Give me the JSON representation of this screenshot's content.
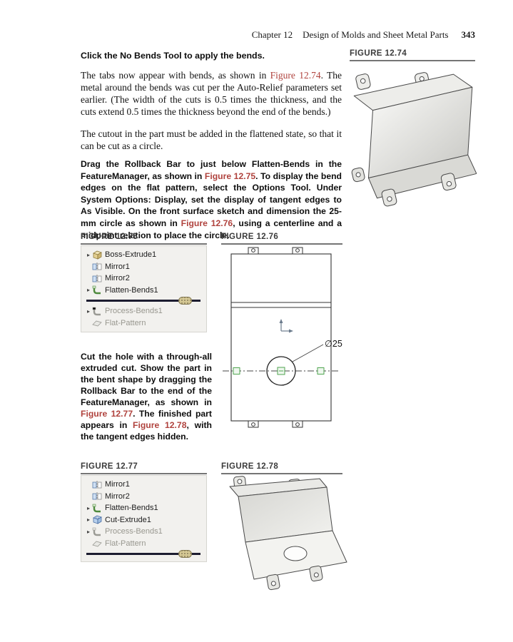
{
  "header": {
    "chapter": "Chapter 12",
    "title": "Design of Molds and Sheet Metal Parts",
    "page_number": "343"
  },
  "body": {
    "p1": "Click the No Bends Tool to apply the bends.",
    "p2a": "The tabs now appear with bends, as shown in ",
    "p2ref": "Figure 12.74",
    "p2b": ". The metal around the bends was cut per the Auto-Relief parameters set earlier. (The width of the cuts is 0.5 times the thickness, and the cuts extend 0.5 times the thickness beyond the end of the bends.)",
    "p3": "The cutout in the part must be added in the flattened state, so that it can be cut as a circle.",
    "p4a": "Drag the Rollback Bar to just below Flatten-Bends in the FeatureManager, as shown in ",
    "p4ref1": "Figure 12.75",
    "p4b": ". To display the bend edges on the flat pattern, select the Options Tool. Under System Options: Display, set the display of tangent edges to As Visible. On the front surface sketch and dimension the 25-mm circle as shown in ",
    "p4ref2": "Figure 12.76",
    "p4c": ", using a centerline and a midpoint relation to place the circle.",
    "p5a": "Cut the hole with a through-all extruded cut. Show the part in the bent shape by dragging the Rollback Bar to the end of the FeatureManager, as shown in ",
    "p5ref1": "Figure 12.77",
    "p5b": ". The finished part appears in ",
    "p5ref2": "Figure 12.78",
    "p5c": ", with the tangent edges hidden."
  },
  "figures": {
    "fig74": {
      "label": "FIGURE 12.74"
    },
    "fig75": {
      "label": "FIGURE 12.75",
      "items": [
        "Boss-Extrude1",
        "Mirror1",
        "Mirror2",
        "Flatten-Bends1",
        "Process-Bends1",
        "Flat-Pattern"
      ]
    },
    "fig76": {
      "label": "FIGURE 12.76",
      "dimension": "∅25"
    },
    "fig77": {
      "label": "FIGURE 12.77",
      "items": [
        "Mirror1",
        "Mirror2",
        "Flatten-Bends1",
        "Cut-Extrude1",
        "Process-Bends1",
        "Flat-Pattern"
      ]
    },
    "fig78": {
      "label": "FIGURE 12.78"
    }
  },
  "colors": {
    "figure_reference": "#b0433e",
    "figure_label": "#3b3b3b",
    "rollback_bar": "#1c1c30",
    "rollback_handle": "#d5c894"
  }
}
